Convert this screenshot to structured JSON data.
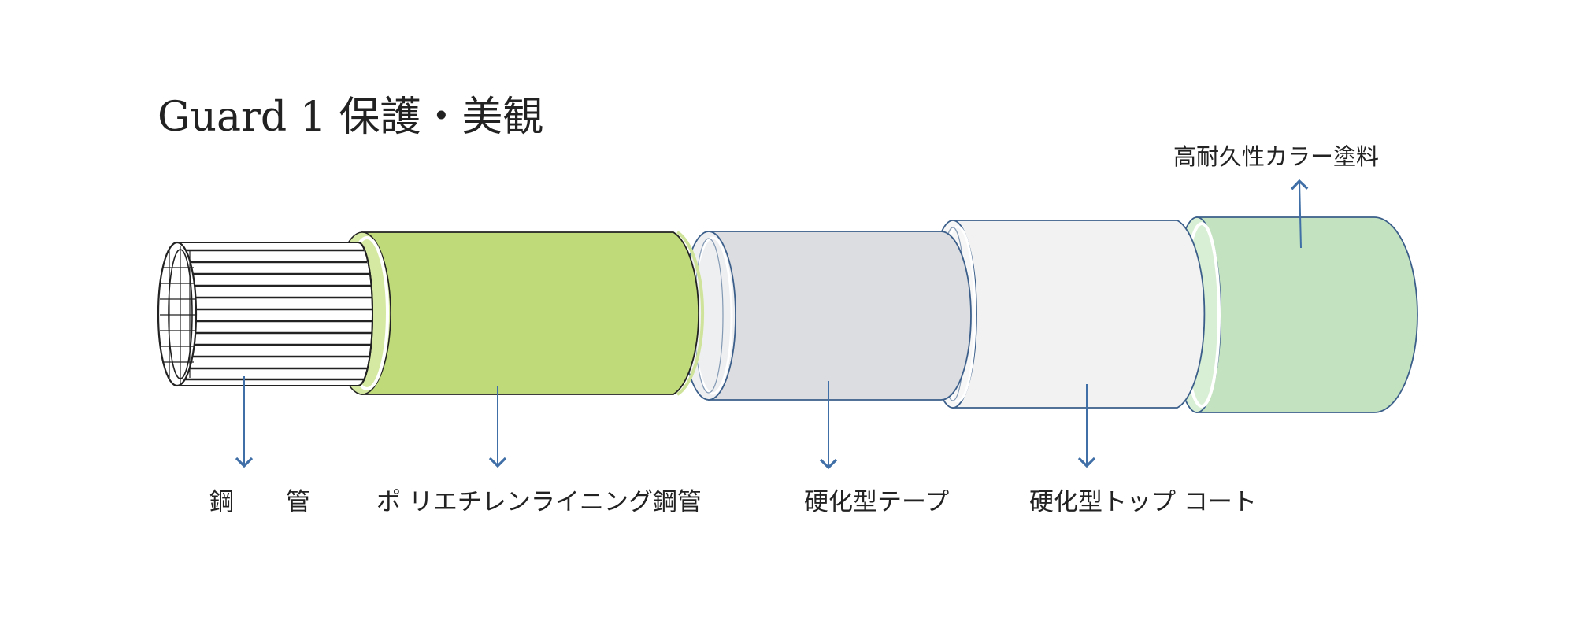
{
  "title": "Guard 1  保護・美観",
  "labels": {
    "steel_pipe": "鋼 管",
    "pe_lined_pipe": "ポ リエチレンライニング鋼管",
    "hardened_tape": "硬化型テープ",
    "hardened_top_coat": "硬化型トップ コート",
    "durable_paint": "高耐久性カラー塗料"
  },
  "colors": {
    "pe_layer": "#bfda79",
    "tape_layer": "#dcdde0",
    "top_coat_layer": "#f2f2f2",
    "paint_layer": "#c3e2bf",
    "arrow": "#3f6fa6",
    "outline": "#3b5f8a"
  }
}
